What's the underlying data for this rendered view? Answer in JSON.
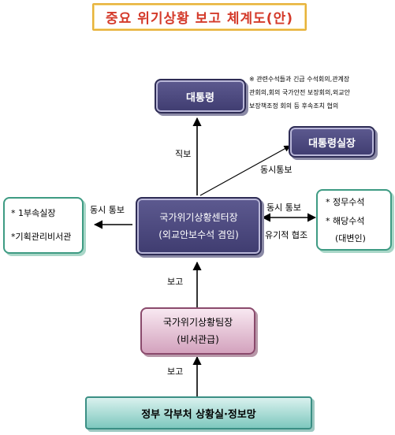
{
  "title": "중요 위기상황 보고 체계도(안)",
  "nodes": {
    "president": "대통령",
    "chief_of_staff": "대통령실장",
    "center": [
      "국가위기상황센터장",
      "(외교안보수석 겸임)"
    ],
    "left_items": [
      "*  1부속실장",
      "*기획관리비서관"
    ],
    "right_items": [
      "*  정무수석",
      "*  해당수석",
      "(대변인)"
    ],
    "team_lead": [
      "국가위기상황팀장",
      "(비서관급)"
    ],
    "bottom": "정부  각부처  상황실·정보망"
  },
  "note": [
    "※  관련수석들과  긴급  수석회의,관계장",
    "관회의,회의  국가안전  보장회의,외교안",
    "보장책조정  회의  등  후속조치  협의"
  ],
  "edge_labels": {
    "direct_report": "직보",
    "simul_notice_right": "동시통보",
    "simul_notice_left": "동시  통보",
    "simul_notice_mid": "동시  통보",
    "cooperation": "유기적  협조",
    "report_upper": "보고",
    "report_lower": "보고"
  }
}
